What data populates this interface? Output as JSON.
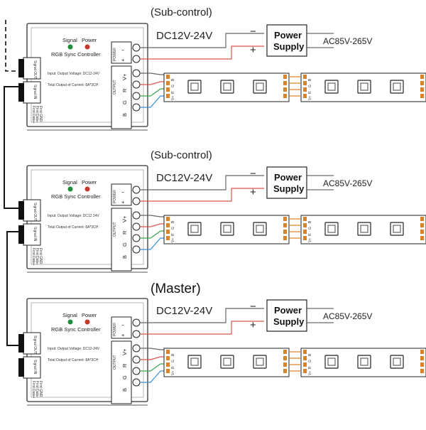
{
  "units": [
    {
      "caption": "(Sub-control)",
      "controller": {
        "title": "RGB Sync Controller",
        "led_signal": "Signal",
        "led_power": "Power",
        "input_voltage": "Input: Output Voltage: DC12-24V",
        "total_output": "Total Output of Current: 8A*3CH",
        "port_out": "Signal OUT",
        "port_in": "Signal IN",
        "port_pins": [
          "First Data+",
          "First Data-",
          "First GND"
        ],
        "power_label": "POWER",
        "output_label": "OUTPUT",
        "power_minus": "−",
        "power_plus": "+",
        "out_pins": [
          "V+",
          "R",
          "G",
          "B"
        ]
      },
      "supply": {
        "dc_label": "DC12V-24V",
        "minus": "−",
        "plus": "+",
        "box_line1": "Power",
        "box_line2": "Supply",
        "ac_label": "AC85V-265V"
      },
      "strip_pin_labels": [
        "V+",
        "R",
        "G",
        "B"
      ],
      "leds_per_segment": 3,
      "segments": 2
    },
    {
      "caption": "(Sub-control)",
      "controller": {
        "title": "RGB Sync Controller",
        "led_signal": "Signal",
        "led_power": "Power",
        "input_voltage": "Input: Output Voltage: DC12 24V",
        "total_output": "Total Output of Current: 8A*3CH",
        "port_out": "Signal OUT",
        "port_in": "Signal IN",
        "port_pins": [
          "First Data+",
          "First Data-",
          "First GND"
        ],
        "power_label": "POWER",
        "output_label": "OUTPUT",
        "power_minus": "−",
        "power_plus": "+",
        "out_pins": [
          "V+",
          "R",
          "G",
          "B"
        ]
      },
      "supply": {
        "dc_label": "DC12V-24V",
        "minus": "−",
        "plus": "+",
        "box_line1": "Power",
        "box_line2": "Supply",
        "ac_label": "AC85V-265V"
      },
      "strip_pin_labels": [
        "V+",
        "R",
        "G",
        "B"
      ],
      "leds_per_segment": 3,
      "segments": 2
    },
    {
      "caption": "(Master)",
      "controller": {
        "title": "RGB Sync Controller",
        "led_signal": "Signal",
        "led_power": "Power",
        "input_voltage": "Input: Output Voltage: DC12-24V",
        "total_output": "Total Output of Current: 8A*3CH",
        "port_out": "Signal OUT",
        "port_in": "Signal IN",
        "port_pins": [
          "First Data+",
          "First Data-",
          "First GND"
        ],
        "power_label": "POWER",
        "output_label": "OUTPUT",
        "power_minus": "−",
        "power_plus": "+",
        "out_pins": [
          "V+",
          "R",
          "G",
          "B"
        ]
      },
      "supply": {
        "dc_label": "DC12V-24V",
        "minus": "−",
        "plus": "+",
        "box_line1": "Power",
        "box_line2": "Supply",
        "ac_label": "AC85V-265V"
      },
      "strip_pin_labels": [
        "V+",
        "R",
        "G",
        "B"
      ],
      "leds_per_segment": 3,
      "segments": 2
    }
  ],
  "colors": {
    "wire_red": "#d9534f",
    "wire_green": "#3aa655",
    "wire_blue": "#3b8fd6",
    "wire_vplus": "#666666",
    "led_signal": "#1e8c3a",
    "led_power": "#c0392b",
    "strip_pad": "#d9832a",
    "body_stroke": "#333333"
  }
}
